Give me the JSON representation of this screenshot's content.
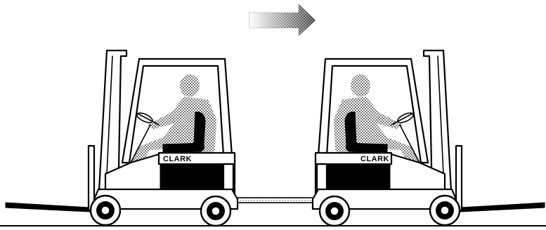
{
  "illustration": {
    "left_forklift": {
      "brand": "CLARK",
      "facing": "left"
    },
    "right_forklift": {
      "brand": "CLARK",
      "facing": "right"
    },
    "direction_arrow": {
      "icon": "arrow-right-icon",
      "direction": "right"
    },
    "colors": {
      "ink": "#000000",
      "paper": "#ffffff",
      "halftone": "#6e6e6e"
    }
  }
}
